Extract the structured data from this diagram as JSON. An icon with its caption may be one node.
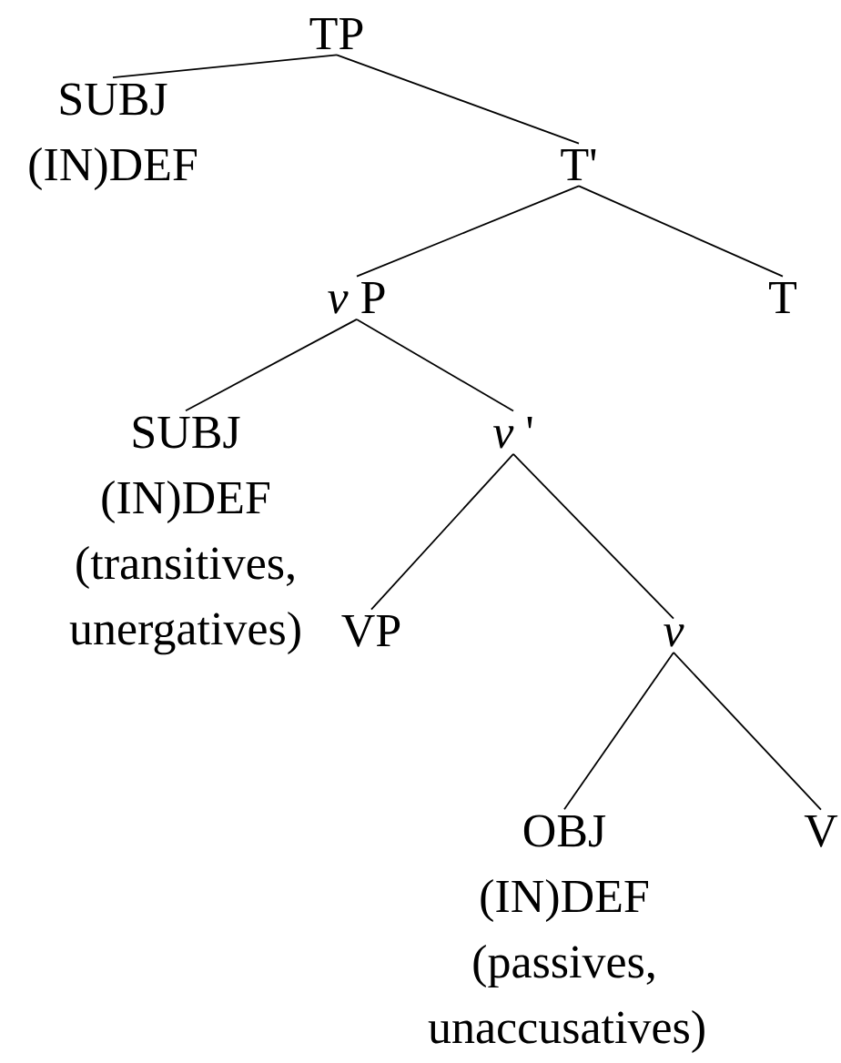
{
  "diagram": {
    "nodes": [
      {
        "text": [
          "TP"
        ]
      },
      {
        "text": [
          "SUBJ",
          "(IN)DEF"
        ]
      },
      {
        "text": [
          "T'"
        ]
      },
      {
        "text": [
          "*v* P"
        ]
      },
      {
        "text": [
          "T"
        ]
      },
      {
        "text": [
          "SUBJ",
          "(IN)DEF",
          "(transitives, unergatives)"
        ]
      },
      {
        "text": [
          "*v* '"
        ]
      },
      {
        "text": [
          "VP"
        ]
      },
      {
        "text": [
          "*v*"
        ]
      },
      {
        "text": [
          "OBJ",
          "(IN)DEF",
          "(passives, unaccusatives)"
        ]
      },
      {
        "text": [
          "V"
        ]
      }
    ],
    "edges": [
      {
        "from": 0,
        "to": 1,
        "arrow": "none"
      },
      {
        "from": 0,
        "to": 2,
        "arrow": "none"
      },
      {
        "from": 2,
        "to": 3,
        "arrow": "none"
      },
      {
        "from": 2,
        "to": 4,
        "arrow": "none"
      },
      {
        "from": 3,
        "to": 5,
        "arrow": "none"
      },
      {
        "from": 3,
        "to": 6,
        "arrow": "none"
      },
      {
        "from": 6,
        "to": 7,
        "arrow": "none"
      },
      {
        "from": 6,
        "to": 8,
        "arrow": "none"
      },
      {
        "from": 8,
        "to": 9,
        "arrow": "none"
      },
      {
        "from": 8,
        "to": 10,
        "arrow": "none"
      }
    ]
  }
}
